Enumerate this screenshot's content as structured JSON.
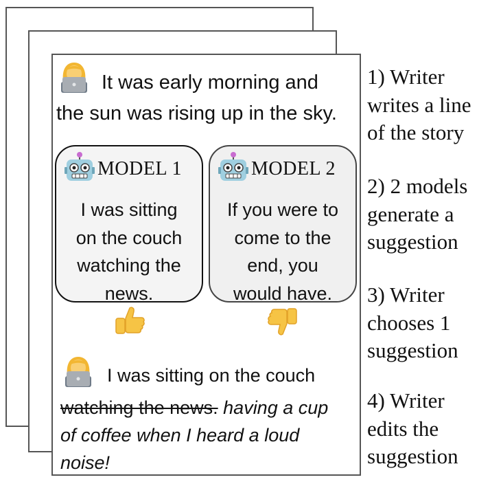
{
  "story": {
    "writer_line_part1": "It was early morning and",
    "writer_line_part2": "the sun was rising up in the sky.",
    "edit_prefix": "I was sitting on the couch",
    "edit_struck": "watching the news.",
    "edit_added": "having a cup of coffee when I heard a loud noise!"
  },
  "models": [
    {
      "label": "MODEL 1",
      "text": "I was sitting\non the couch\nwatching the\nnews.",
      "feedback_icon": "thumbs-up-icon"
    },
    {
      "label": "MODEL 2",
      "text": "If you were to\ncome to the\nend, you\nwould have.",
      "feedback_icon": "thumbs-down-icon"
    }
  ],
  "steps": [
    "1) Writer\nwrites a line\nof the story",
    "2) 2 models\ngenerate a\nsuggestion",
    "3) Writer\nchooses 1\nsuggestion",
    "4) Writer\nedits the\nsuggestion"
  ],
  "icons": {
    "writer": "writer-icon",
    "robot": "robot-icon"
  },
  "colors": {
    "thumb": "#F6C445",
    "thumb_shade": "#E2A228",
    "robot": "#9FCFE0",
    "laptop": "#A8ADB3",
    "hair": "#F2B632"
  }
}
